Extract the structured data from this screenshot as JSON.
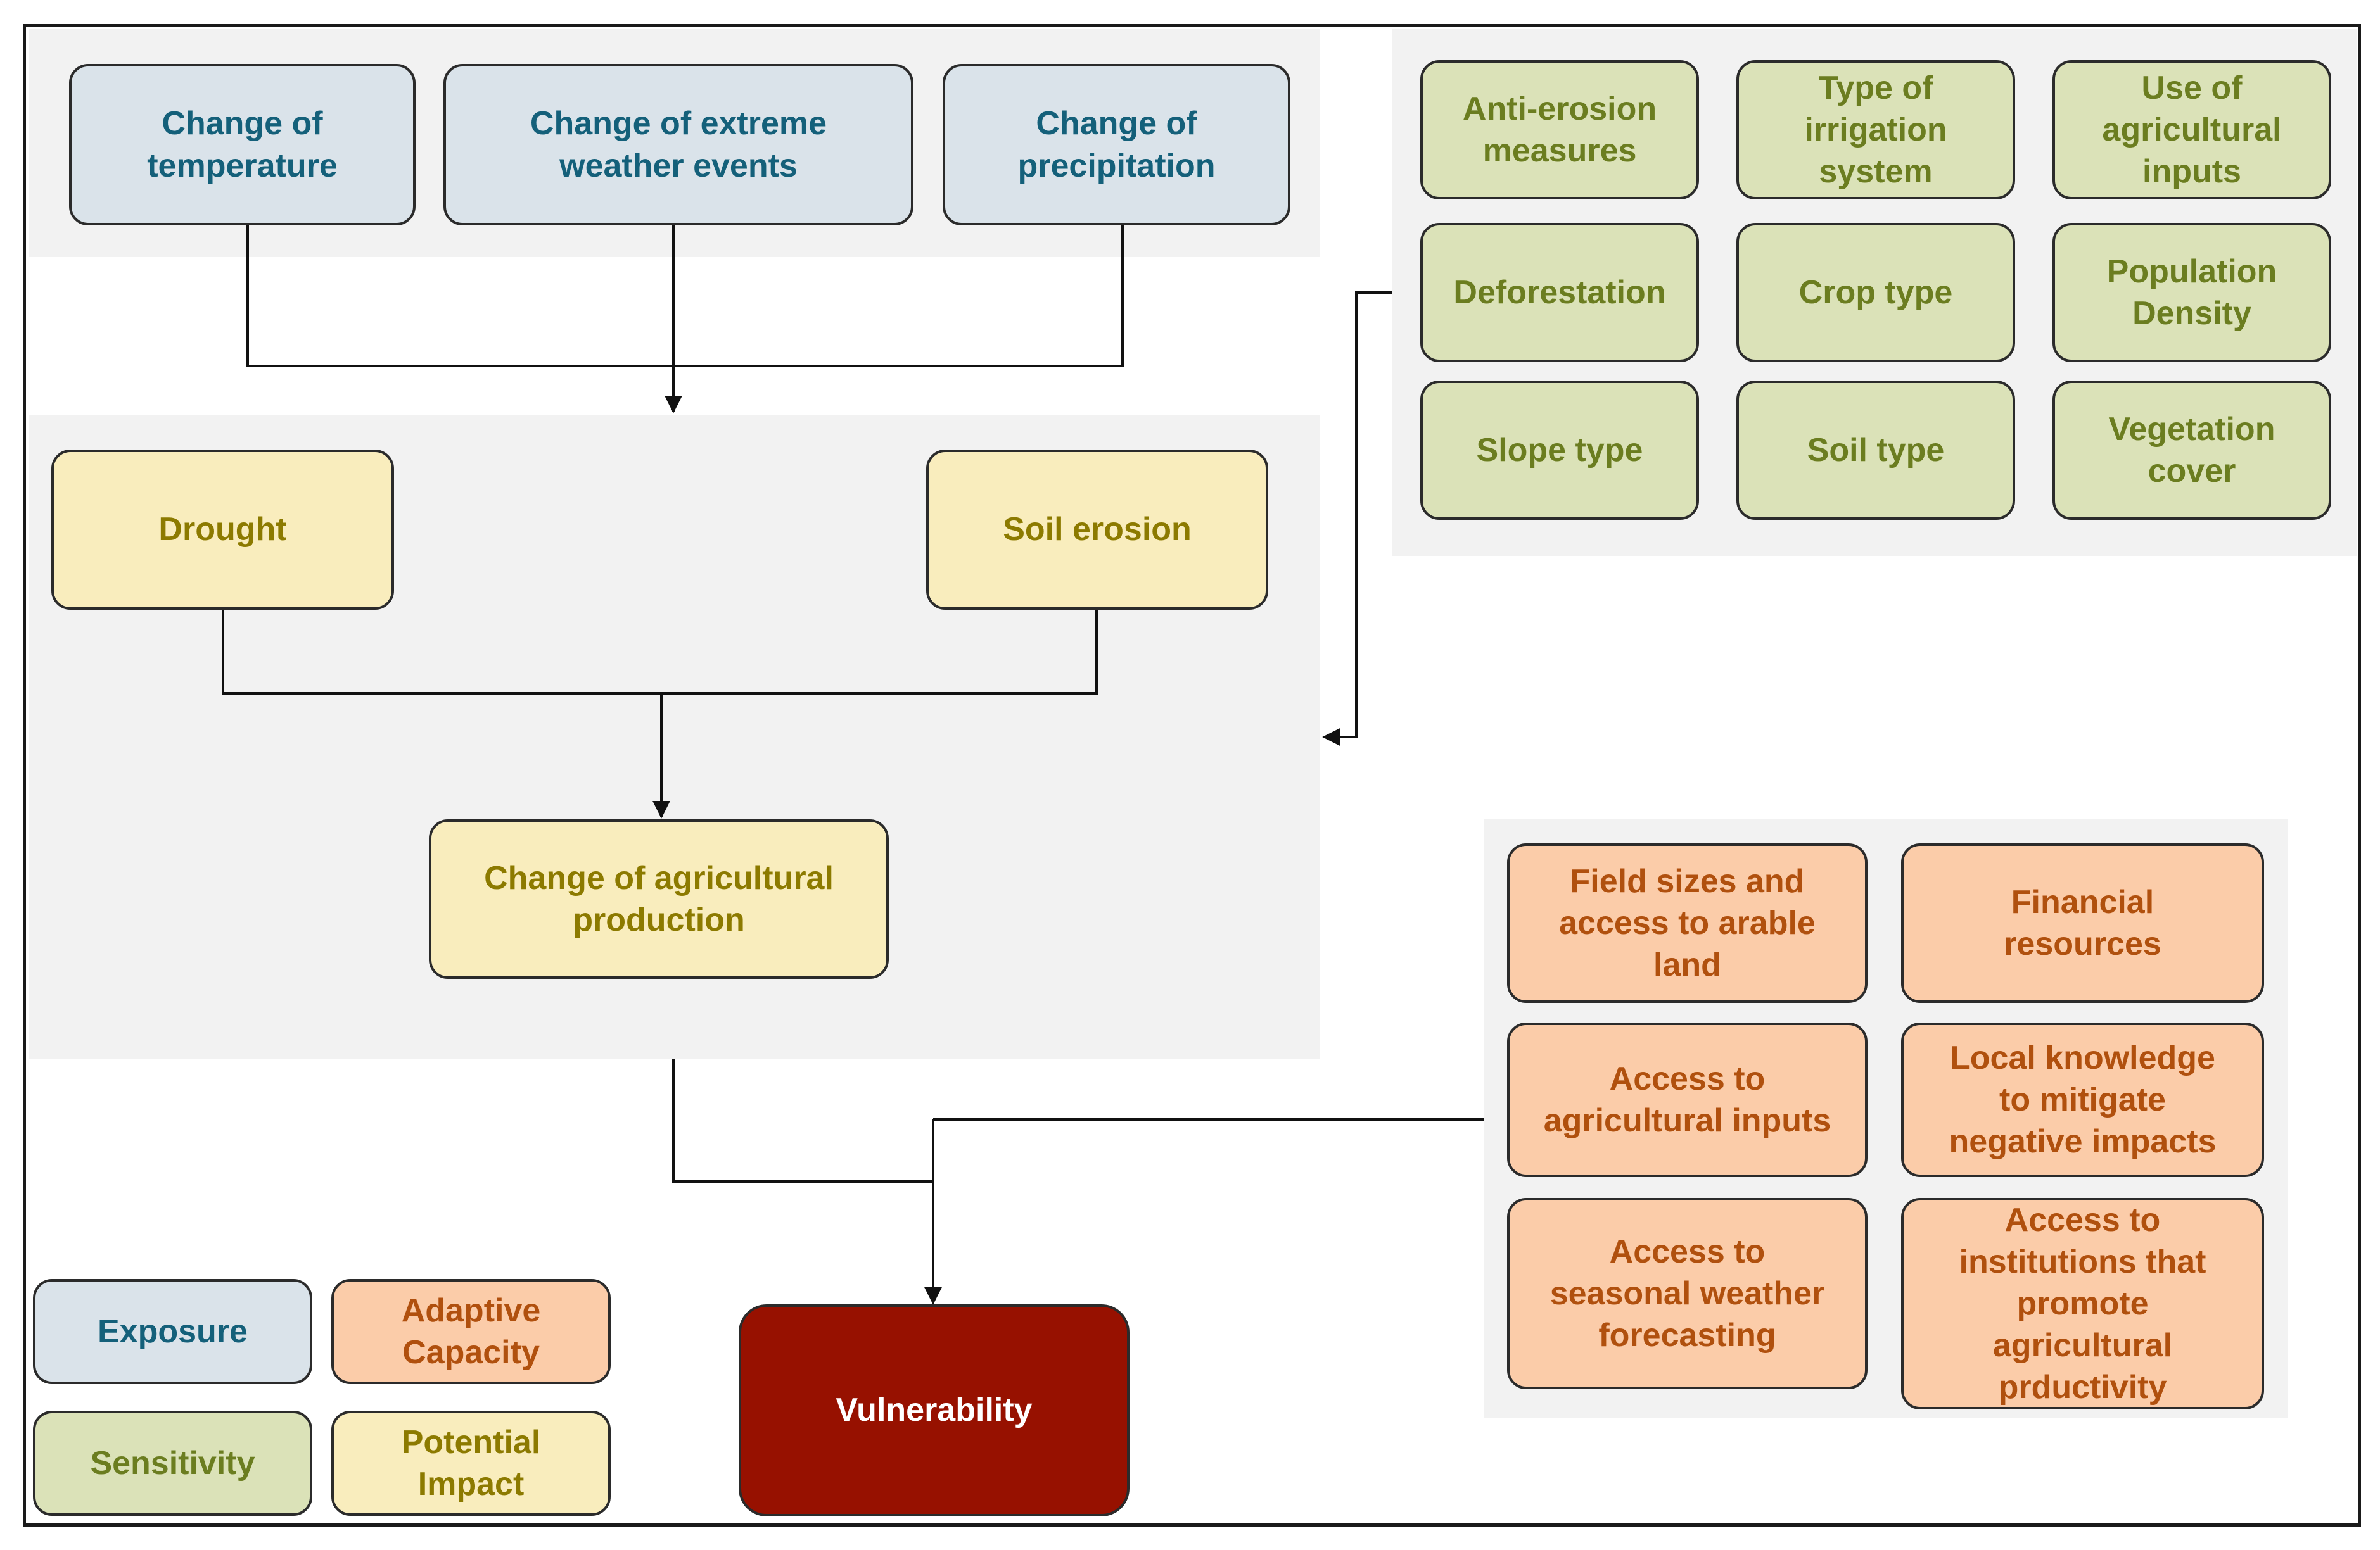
{
  "legend": {
    "exposure": "Exposure",
    "adaptive_capacity": "Adaptive\nCapacity",
    "sensitivity": "Sensitivity",
    "potential_impact": "Potential\nImpact"
  },
  "exposure": {
    "temperature": "Change of\ntemperature",
    "extreme_weather": "Change of extreme\nweather events",
    "precipitation": "Change of\nprecipitation"
  },
  "impact": {
    "drought": "Drought",
    "soil_erosion": "Soil erosion",
    "agri_production": "Change of agricultural\nproduction"
  },
  "sensitivity": [
    "Anti-erosion\nmeasures",
    "Type of\nirrigation\nsystem",
    "Use of\nagricultural\ninputs",
    "Deforestation",
    "Crop type",
    "Population\nDensity",
    "Slope type",
    "Soil type",
    "Vegetation\ncover"
  ],
  "adaptive": [
    "Field sizes and\naccess to arable\nland",
    "Financial\nresources",
    "Access to\nagricultural inputs",
    "Local knowledge\nto mitigate\nnegative impacts",
    "Access to\nseasonal weather\nforecasting",
    "Access to\ninstitutions that\npromote\nagricultural\nprductivity"
  ],
  "vulnerability": "Vulnerability",
  "colors": {
    "exposure_fill": "#dae3ea",
    "exposure_text": "#14607a",
    "sensitivity_fill": "#dbe2b8",
    "sensitivity_text": "#6b7d20",
    "impact_fill": "#f9edbd",
    "impact_text": "#8c7a00",
    "adaptive_fill": "#fbcca9",
    "adaptive_text": "#b0500e",
    "vulnerability_fill": "#971100",
    "vulnerability_text": "#ffffff"
  }
}
